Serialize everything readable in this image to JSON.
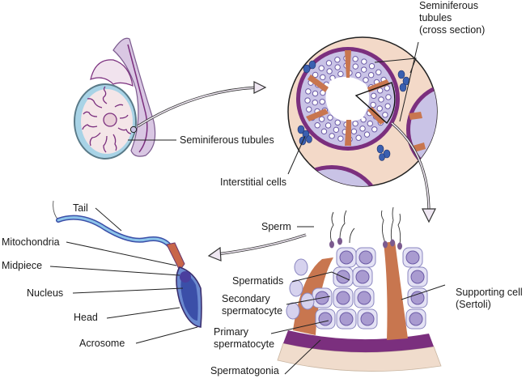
{
  "figure": {
    "title": "Spermatogenesis: testis, seminiferous tubules and sperm structure",
    "colors": {
      "tubule_wall": "#7b2f7e",
      "interstitium": "#f3d9c8",
      "sertoli": "#c8764f",
      "germ_cell": "#c9c3e6",
      "germ_nucleus": "#6b5aa6",
      "interstitial_cell": "#3a5fb0",
      "testis_capsule": "#a8d3e6",
      "epididymis": "#d9c7e3",
      "sperm_tail": "#5fa8d8",
      "sperm_head": "#3b4fa8",
      "mitochondria": "#c8664a"
    }
  },
  "labels": {
    "seminiferous_tubules": "Seminiferous tubules",
    "cross_section_line1": "Seminiferous",
    "cross_section_line2": "tubules",
    "cross_section_line3": "(cross section)",
    "interstitial_cells": "Interstitial cells",
    "sperm": "Sperm",
    "spermatids": "Spermatids",
    "secondary_line1": "Secondary",
    "secondary_line2": "spermatocyte",
    "primary_line1": "Primary",
    "primary_line2": "spermatocyte",
    "spermatogonia": "Spermatogonia",
    "supporting_line1": "Supporting cell",
    "supporting_line2": "(Sertoli)",
    "tail": "Tail",
    "mitochondria": "Mitochondria",
    "midpiece": "Midpiece",
    "nucleus": "Nucleus",
    "head": "Head",
    "acrosome": "Acrosome"
  }
}
